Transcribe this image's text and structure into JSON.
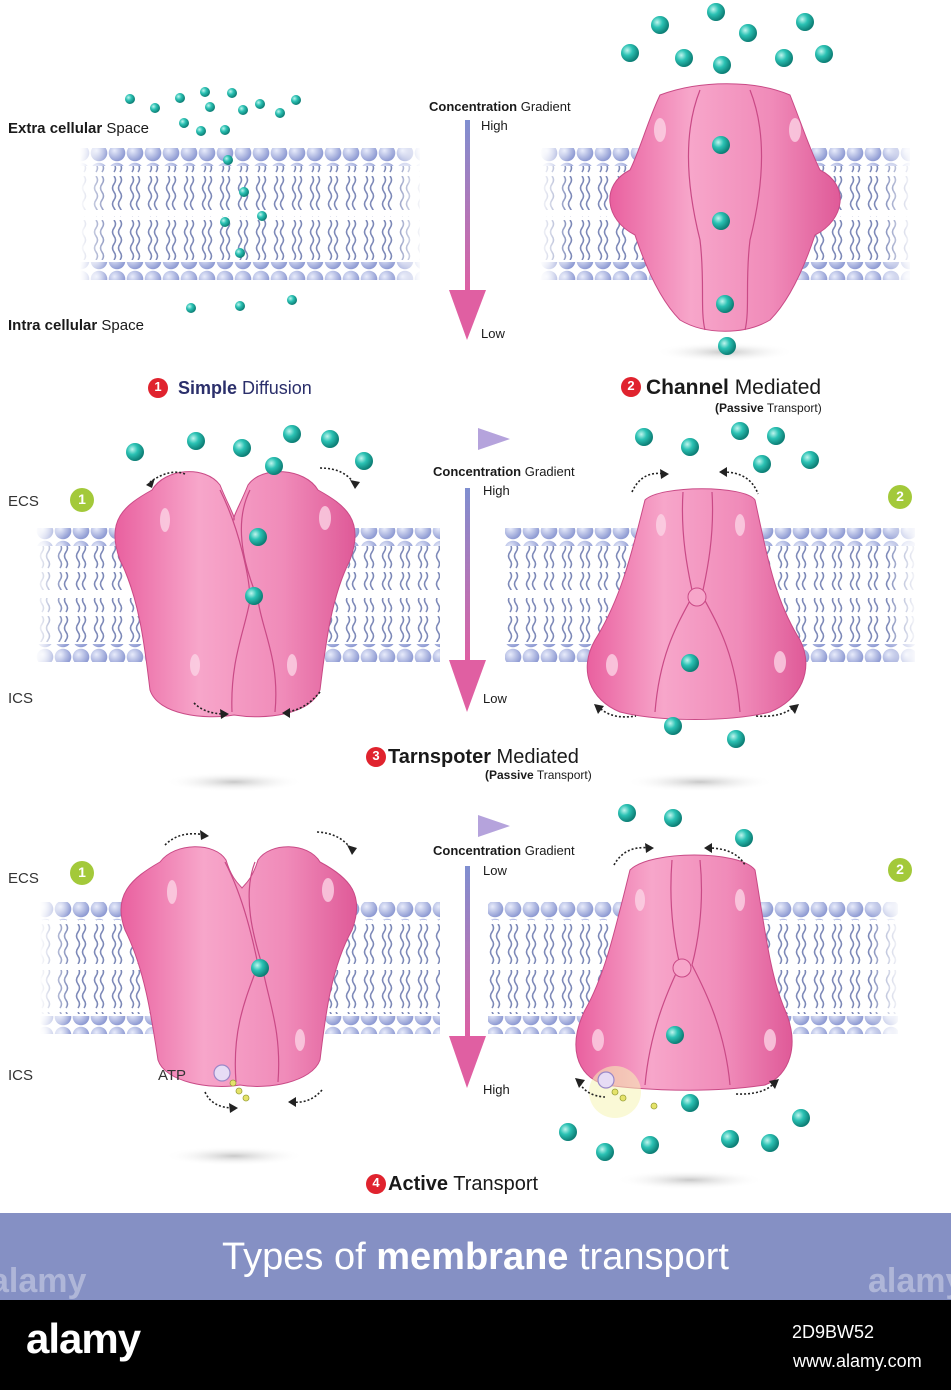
{
  "panel1": {
    "extra": "Extra cellular",
    "extra_suffix": "Space",
    "intra": "Intra cellular",
    "intra_suffix": "Space",
    "number": "1",
    "title_bold": "Simple",
    "title_rest": "Diffusion"
  },
  "panel2": {
    "number": "2",
    "title_bold": "Channel",
    "title_rest": "Mediated",
    "sub_bold": "(Passive",
    "sub_rest": "Transport)"
  },
  "gradient1": {
    "bold": "Concentration",
    "rest": "Gradient",
    "top": "High",
    "bottom": "Low"
  },
  "gradient2": {
    "bold": "Concentration",
    "rest": "Gradient",
    "top": "High",
    "bottom": "Low"
  },
  "gradient3": {
    "bold": "Concentration",
    "rest": "Gradient",
    "top": "Low",
    "bottom": "High"
  },
  "panel3": {
    "ecs": "ECS",
    "ics": "ICS",
    "step1": "1",
    "step2": "2",
    "number": "3",
    "title_bold": "Tarnspoter",
    "title_rest": "Mediated",
    "sub_bold": "(Passive",
    "sub_rest": "Transport)"
  },
  "panel4": {
    "ecs": "ECS",
    "ics": "ICS",
    "atp": "ATP",
    "step1": "1",
    "step2": "2",
    "number": "4",
    "title_bold": "Active",
    "title_rest": "Transport"
  },
  "title": {
    "prefix": "Types of",
    "bold": "membrane",
    "suffix": "transport"
  },
  "footer": {
    "brand": "alamy",
    "image_id": "2D9BW52",
    "site": "www.alamy.com",
    "watermark": "alamy"
  },
  "colors": {
    "protein": "#ef7fb0",
    "protein_dark": "#d94f8e",
    "molecule": "#1cb3a6",
    "lipid_head": "#aab4e0",
    "arrow_top": "#7f8fd0",
    "arrow_bottom": "#e05fa2",
    "title_bar": "#8590c4",
    "badge_red": "#e0232e",
    "badge_green": "#a3c93a"
  }
}
